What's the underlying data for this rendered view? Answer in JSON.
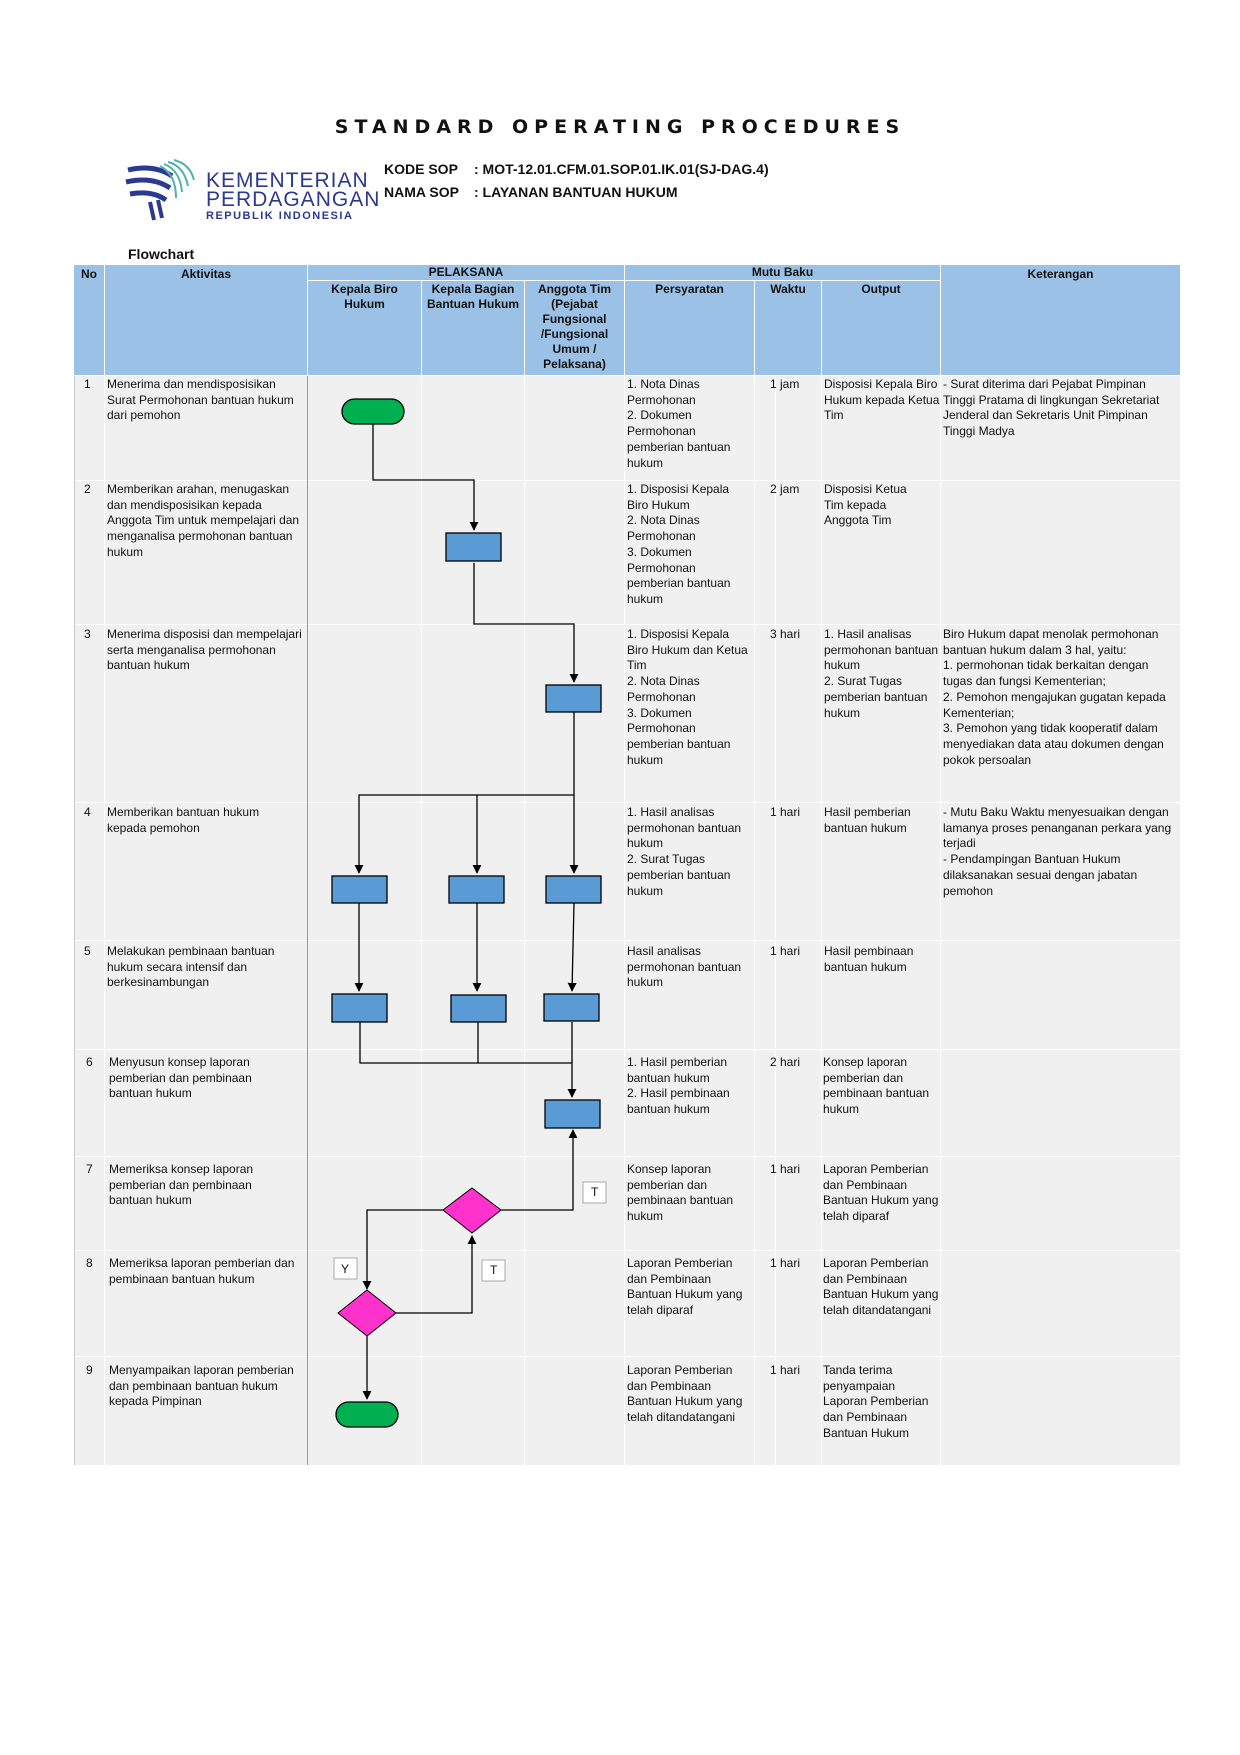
{
  "title": "STANDARD OPERATING PROCEDURES",
  "logo": {
    "line1": "KEMENTERIAN",
    "line2": "PERDAGANGAN",
    "line3": "REPUBLIK INDONESIA"
  },
  "kode_label": "KODE SOP",
  "kode_value": ": MOT-12.01.CFM.01.SOP.01.IK.01(SJ-DAG.4)",
  "nama_label": "NAMA SOP",
  "nama_value": ":  LAYANAN BANTUAN HUKUM",
  "flowchart_label": "Flowchart",
  "headers": {
    "no": "No",
    "aktivitas": "Aktivitas",
    "pelaksana": "PELAKSANA",
    "kepala_biro": "Kepala Biro Hukum",
    "kepala_bagian": "Kepala Bagian Bantuan Hukum",
    "anggota": "Anggota Tim (Pejabat Fungsional /Fungsional Umum / Pelaksana)",
    "mutu_baku": "Mutu Baku",
    "persyaratan": "Persyaratan",
    "waktu": "Waktu",
    "output": "Output",
    "keterangan": "Keterangan"
  },
  "rows": [
    {
      "no": "1",
      "aktivitas": "Menerima dan mendisposisikan Surat Permohonan bantuan hukum dari pemohon",
      "persyaratan": "1. Nota Dinas Permohonan\n2. Dokumen Permohonan pemberian bantuan hukum",
      "waktu": "1 jam",
      "output": "Disposisi Kepala Biro Hukum kepada Ketua Tim",
      "keterangan": "- Surat diterima dari Pejabat Pimpinan Tinggi Pratama di lingkungan Sekretariat Jenderal dan Sekretaris Unit Pimpinan Tinggi Madya"
    },
    {
      "no": "2",
      "aktivitas": "Memberikan arahan, menugaskan dan mendisposisikan kepada Anggota Tim untuk mempelajari dan menganalisa permohonan bantuan hukum",
      "persyaratan": "1. Disposisi Kepala Biro Hukum\n2. Nota Dinas Permohonan\n3. Dokumen Permohonan pemberian bantuan hukum",
      "waktu": "2 jam",
      "output": "Disposisi Ketua Tim kepada Anggota Tim",
      "keterangan": ""
    },
    {
      "no": "3",
      "aktivitas": "Menerima disposisi dan mempelajari serta menganalisa permohonan bantuan hukum",
      "persyaratan": "1. Disposisi Kepala Biro Hukum dan Ketua Tim\n2. Nota Dinas Permohonan\n3. Dokumen Permohonan pemberian bantuan hukum",
      "waktu": "3 hari",
      "output": "1. Hasil analisas permohonan bantuan hukum\n2. Surat Tugas pemberian bantuan hukum",
      "keterangan": "Biro Hukum dapat menolak permohonan bantuan hukum dalam 3 hal, yaitu:\n1. permohonan tidak berkaitan dengan tugas dan fungsi Kementerian;\n2. Pemohon mengajukan gugatan kepada Kementerian;\n3. Pemohon yang tidak kooperatif dalam menyediakan data atau dokumen dengan pokok persoalan"
    },
    {
      "no": "4",
      "aktivitas": "Memberikan bantuan hukum kepada pemohon",
      "persyaratan": "1. Hasil analisas permohonan bantuan hukum\n2. Surat Tugas pemberian bantuan hukum",
      "waktu": "1 hari",
      "output": "Hasil pemberian bantuan hukum",
      "keterangan": "- Mutu Baku Waktu menyesuaikan dengan lamanya proses penanganan perkara yang terjadi\n- Pendampingan Bantuan Hukum dilaksanakan sesuai dengan jabatan pemohon"
    },
    {
      "no": "5",
      "aktivitas": "Melakukan pembinaan bantuan hukum secara intensif dan berkesinambungan",
      "persyaratan": "Hasil analisas permohonan bantuan hukum",
      "waktu": "1 hari",
      "output": "Hasil pembinaan bantuan hukum",
      "keterangan": ""
    },
    {
      "no": "6",
      "aktivitas": "Menyusun konsep laporan pemberian dan pembinaan bantuan hukum",
      "persyaratan": "1. Hasil pemberian bantuan hukum\n2. Hasil pembinaan bantuan hukum",
      "waktu": "2 hari",
      "output": "Konsep laporan pemberian dan pembinaan bantuan hukum",
      "keterangan": ""
    },
    {
      "no": "7",
      "aktivitas": "Memeriksa konsep laporan pemberian dan pembinaan bantuan hukum",
      "persyaratan": "Konsep laporan pemberian dan pembinaan bantuan hukum",
      "waktu": "1 hari",
      "output": "Laporan Pemberian dan Pembinaan Bantuan Hukum yang telah diparaf",
      "keterangan": ""
    },
    {
      "no": "8",
      "aktivitas": "Memeriksa laporan pemberian dan pembinaan bantuan hukum",
      "persyaratan": "Laporan Pemberian dan Pembinaan Bantuan Hukum yang telah diparaf",
      "waktu": "1 hari",
      "output": "Laporan Pemberian dan Pembinaan Bantuan Hukum yang telah ditandatangani",
      "keterangan": ""
    },
    {
      "no": "9",
      "aktivitas": "Menyampaikan laporan pemberian dan pembinaan bantuan hukum kepada Pimpinan",
      "persyaratan": "Laporan Pemberian dan Pembinaan Bantuan Hukum yang telah ditandatangani",
      "waktu": "1 hari",
      "output": "Tanda terima penyampaian Laporan Pemberian dan Pembinaan Bantuan Hukum",
      "keterangan": ""
    }
  ],
  "flow_labels": {
    "t1": "T",
    "y": "Y",
    "t2": "T"
  },
  "colors": {
    "header": "#9bc2e6",
    "row": "#f0f0f0",
    "process": "#5b9bd5",
    "terminal": "#00b050",
    "decision": "#ff33cc"
  }
}
